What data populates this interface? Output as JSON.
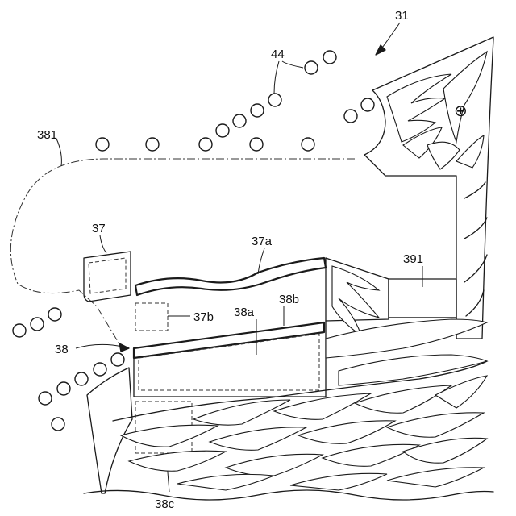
{
  "labels": {
    "l31": "31",
    "l44": "44",
    "l381": "381",
    "l37": "37",
    "l37a": "37a",
    "l391": "391",
    "l37b": "37b",
    "l38a": "38a",
    "l38b": "38b",
    "l38": "38",
    "l38c": "38c"
  },
  "symbols": {
    "plus": "⊕"
  }
}
